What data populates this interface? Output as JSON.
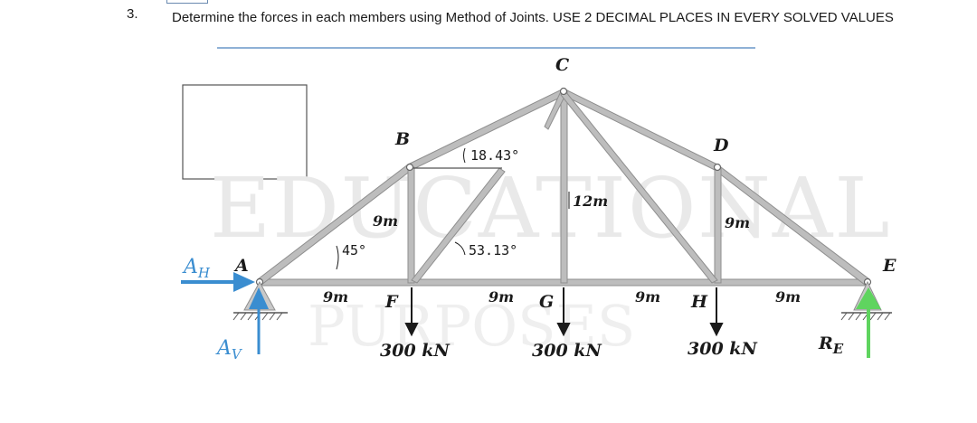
{
  "question": {
    "number": "3.",
    "text": "Determine the forces in each members using Method of Joints. USE 2 DECIMAL PLACES IN EVERY SOLVED VALUES"
  },
  "watermark": {
    "line1": "EDUCATIONAL",
    "line2": "PURPOSES"
  },
  "joints": {
    "A": "A",
    "B": "B",
    "C": "C",
    "D": "D",
    "E": "E",
    "F": "F",
    "G": "G",
    "H": "H"
  },
  "dimensions": {
    "AF": "9m",
    "FG": "9m",
    "GH": "9m",
    "HE": "9m",
    "FB": "9m",
    "HD": "9m",
    "GC": "12m"
  },
  "angles": {
    "at_A": "45°",
    "at_B": "18.43°",
    "at_F": "53.13°"
  },
  "loads": {
    "F": "300 kN",
    "G": "300 kN",
    "H": "300 kN"
  },
  "reactions": {
    "A_h": "A",
    "A_h_sub": "H",
    "A_v": "A",
    "A_v_sub": "V",
    "E": "R",
    "E_sub": "E"
  },
  "colors": {
    "member": "#b9b9b9",
    "member_edge": "#8e8e8e",
    "reaction_A": "#3a8dd0",
    "reaction_E": "#5fd45f",
    "rule": "#8fb1d6"
  }
}
